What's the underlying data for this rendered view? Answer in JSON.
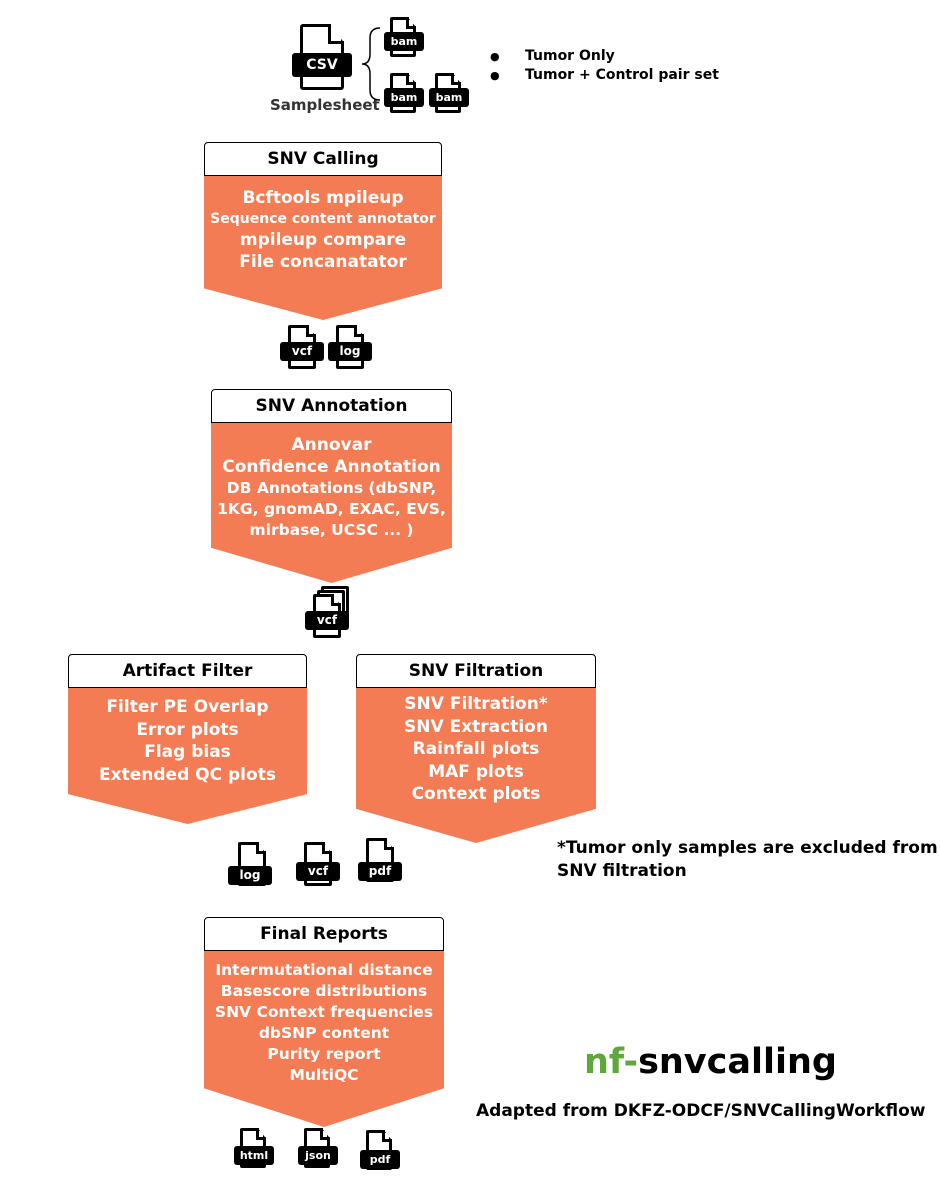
{
  "inputs": {
    "samplesheet_tag": "CSV",
    "samplesheet_label": "Samplesheet",
    "bam_tag": "bam",
    "modes": [
      "Tumor Only",
      "Tumor + Control pair set"
    ]
  },
  "steps": {
    "snv_calling": {
      "title": "SNV Calling",
      "lines": [
        "Bcftools mpileup",
        "Sequence content annotator",
        "mpileup compare",
        "File concanatator"
      ]
    },
    "snv_annotation": {
      "title": "SNV Annotation",
      "lines": [
        "Annovar",
        "Confidence Annotation",
        "DB Annotations (dbSNP,",
        "1KG, gnomAD, EXAC, EVS,",
        "mirbase, UCSC ... )"
      ]
    },
    "artifact_filter": {
      "title": "Artifact Filter",
      "lines": [
        "Filter PE Overlap",
        "Error plots",
        "Flag bias",
        "Extended QC plots"
      ]
    },
    "snv_filtration": {
      "title": "SNV Filtration",
      "lines": [
        "SNV Filtration*",
        "SNV Extraction",
        "Rainfall plots",
        "MAF plots",
        "Context plots"
      ]
    },
    "final_reports": {
      "title": "Final Reports",
      "lines": [
        "Intermutational distance",
        "Basescore distributions",
        "SNV Context frequencies",
        "dbSNP content",
        "Purity report",
        "MultiQC"
      ]
    }
  },
  "outputs": {
    "calling": [
      "vcf",
      "log"
    ],
    "annotation": [
      "vcf"
    ],
    "filtering": [
      "log",
      "vcf",
      "pdf"
    ],
    "reports": [
      "html",
      "json",
      "pdf"
    ]
  },
  "footnote": {
    "line1": "*Tumor only samples are excluded from",
    "line2": "SNV filtration"
  },
  "brand": {
    "prefix": "nf-",
    "name": "snvcalling"
  },
  "credit": "Adapted from DKFZ-ODCF/SNVCallingWorkflow",
  "colors": {
    "block": "#f47c54",
    "brand_prefix": "#5fa63b"
  }
}
